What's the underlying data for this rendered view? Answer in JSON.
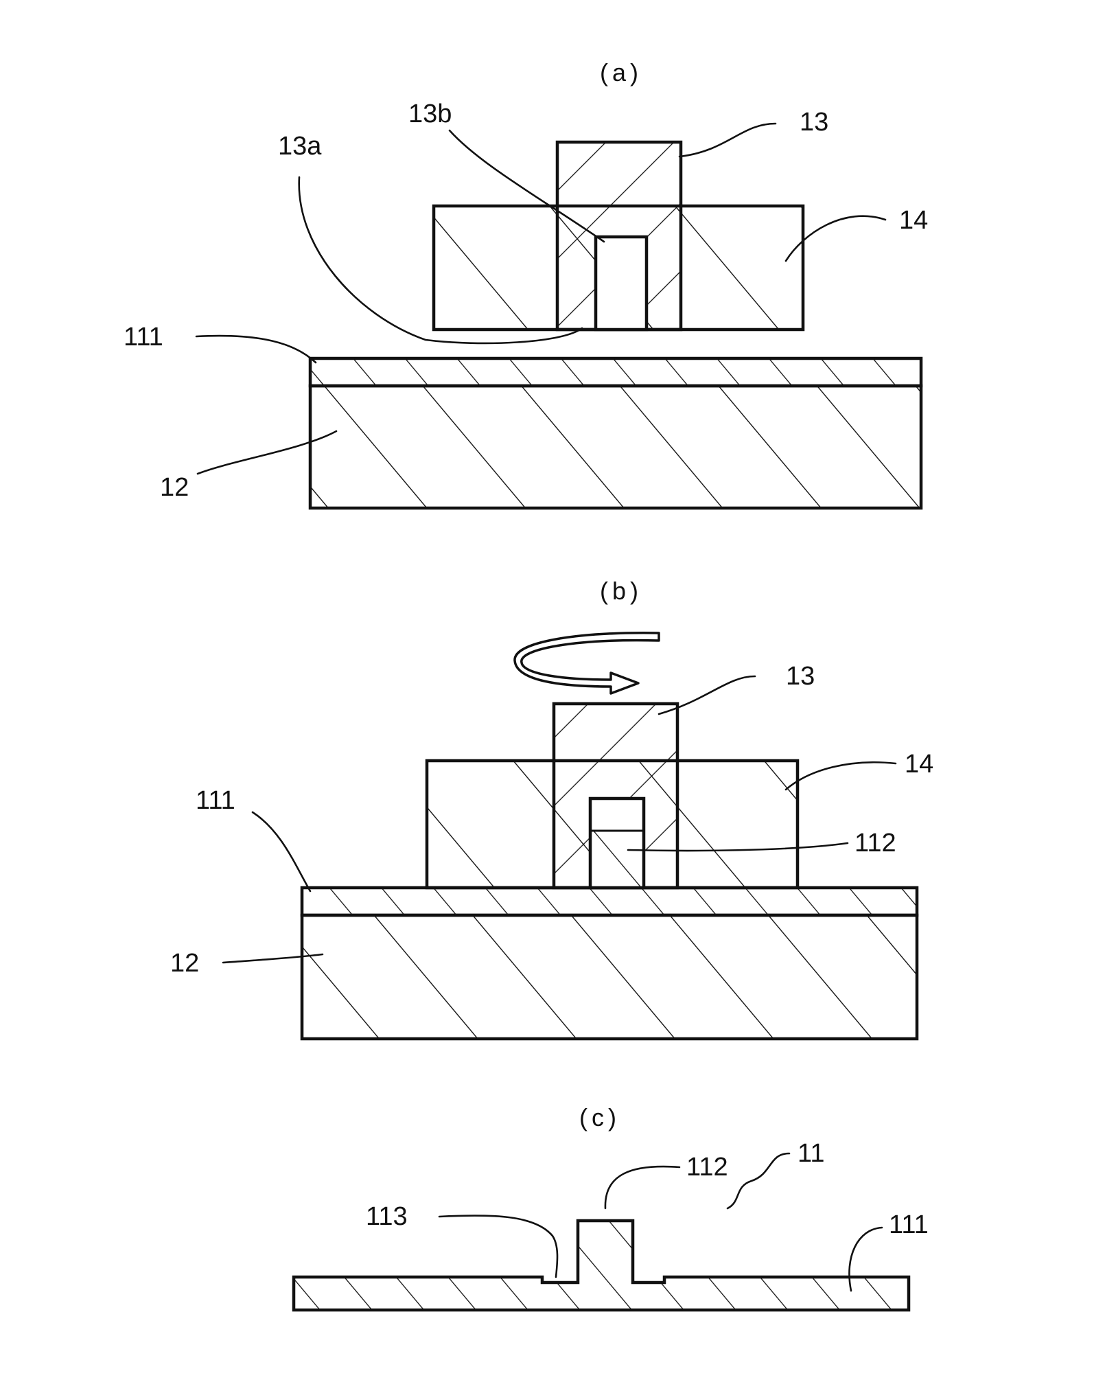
{
  "figure": {
    "panel_a": {
      "caption": "(a)",
      "labels": {
        "tool_13b": "13b",
        "tool_13": "13",
        "tool_13a": "13a",
        "shoulder_14": "14",
        "plate_111": "111",
        "backing_12": "12"
      }
    },
    "panel_b": {
      "caption": "(b)",
      "labels": {
        "tool_13": "13",
        "shoulder_14": "14",
        "plate_111": "111",
        "boss_112": "112",
        "backing_12": "12"
      }
    },
    "panel_c": {
      "caption": "(c)",
      "labels": {
        "boss_112": "112",
        "part_11": "11",
        "groove_113": "113",
        "plate_111": "111"
      }
    }
  }
}
